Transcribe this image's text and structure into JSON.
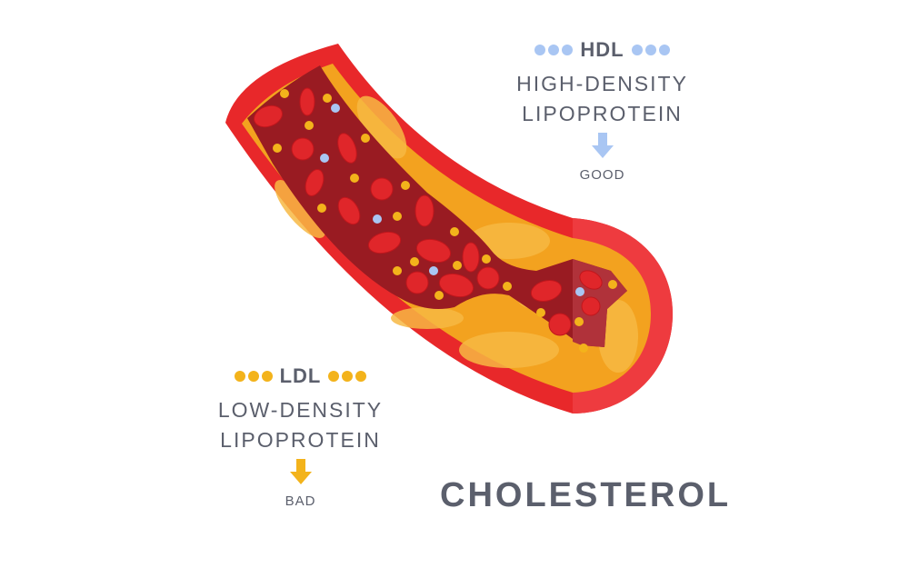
{
  "colors": {
    "hdl": "#a9c6f3",
    "ldl": "#f3b31b",
    "text": "#5b5f6c",
    "wall": "#e8282a",
    "plaque": "#f3a21f",
    "lumen": "#991b22"
  },
  "hdl": {
    "name": "HDL",
    "line1": "HIGH-DENSITY",
    "line2": "LIPOPROTEIN",
    "verdict": "GOOD"
  },
  "ldl": {
    "name": "LDL",
    "line1": "LOW-DENSITY",
    "line2": "LIPOPROTEIN",
    "verdict": "BAD"
  },
  "title": "CHOLESTEROL"
}
